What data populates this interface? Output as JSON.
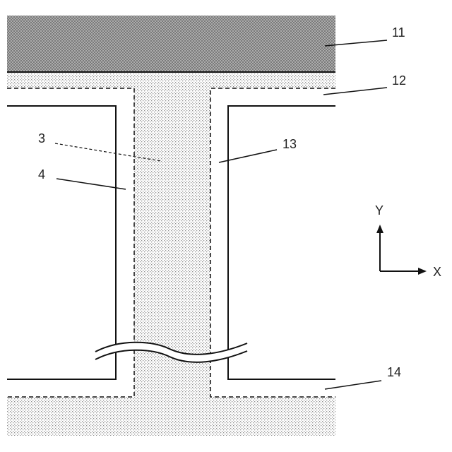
{
  "figure": {
    "labels": {
      "layer_11": "11",
      "layer_12": "12",
      "region_13": "13",
      "region_3": "3",
      "region_4": "4",
      "region_14": "14"
    },
    "axes": {
      "y_label": "Y",
      "x_label": "X"
    },
    "colors": {
      "line": "#111111",
      "dot_fill": "#9a9a9a",
      "crosshatch_fill": "#8a8a8a",
      "background": "#ffffff"
    }
  }
}
